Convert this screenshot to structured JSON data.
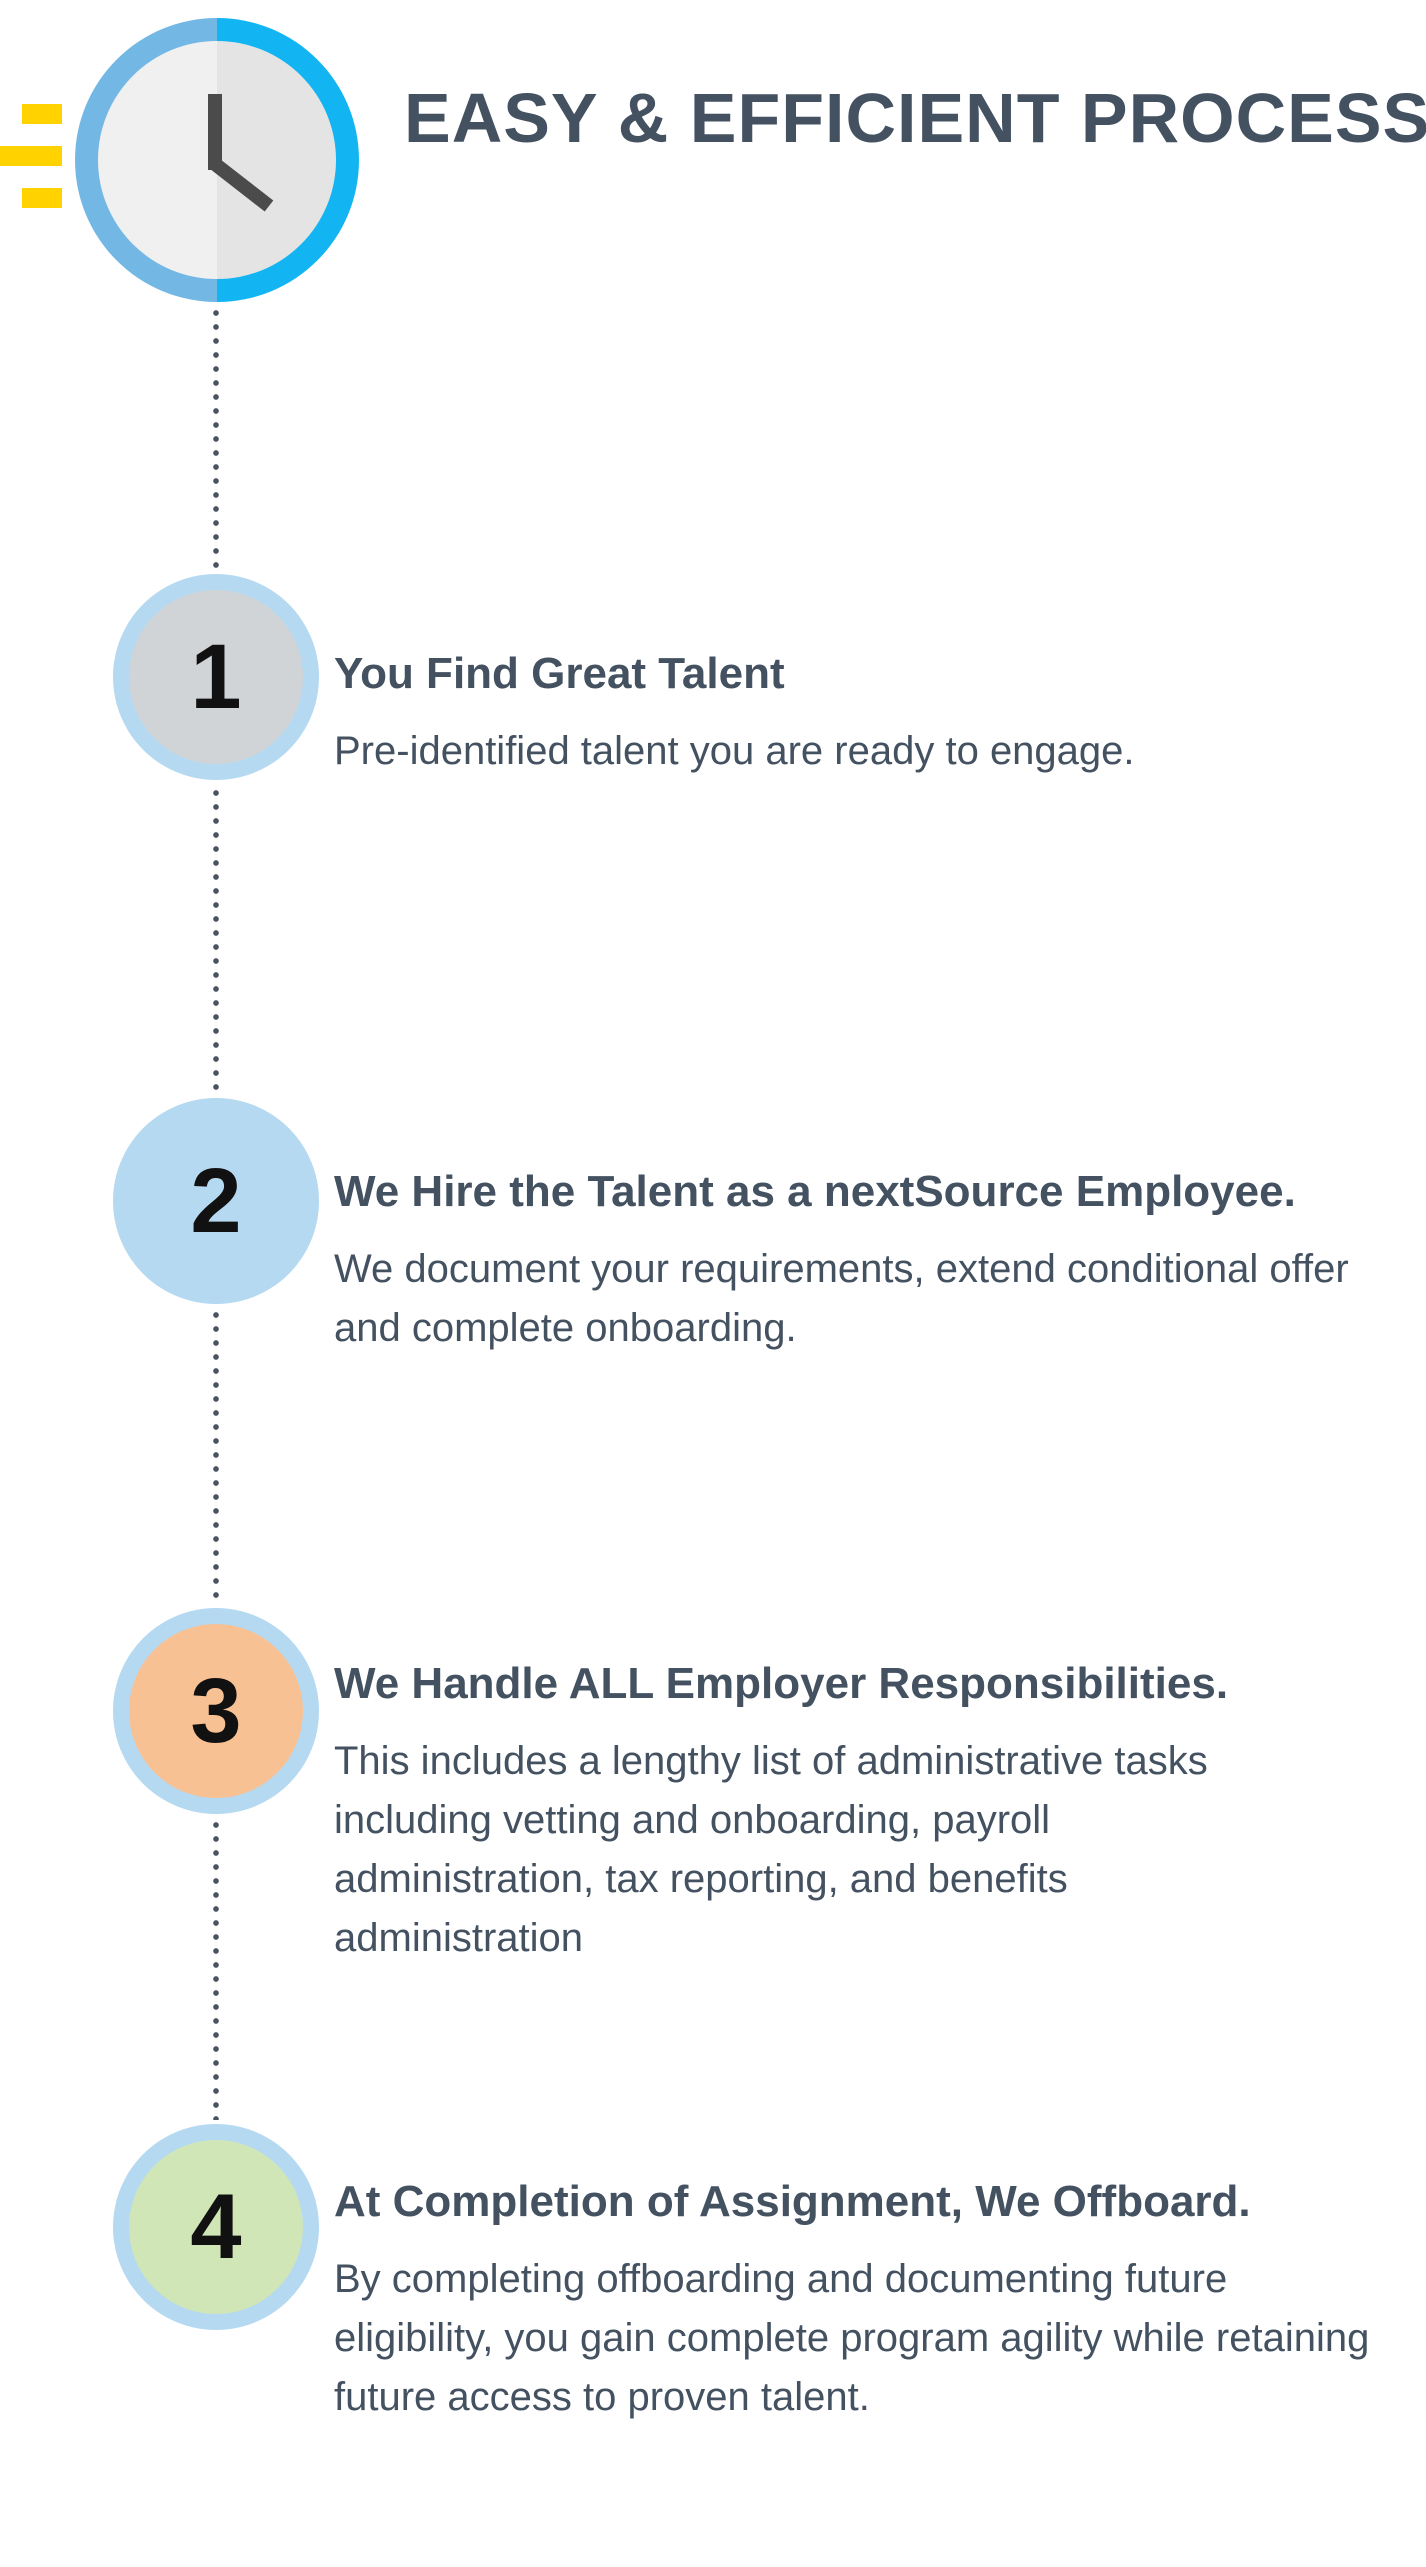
{
  "title": "EASY & EFFICIENT PROCESS",
  "icons": {
    "clock": "clock-icon",
    "speed_lines": "motion-lines-icon"
  },
  "colors": {
    "text": "#435160",
    "clock_ring": "#1ab5f0",
    "clock_ring_light": "#6fb7e4",
    "motion_lines": "#ffd200",
    "step_ring": "#b5d9f1"
  },
  "steps": [
    {
      "number": "1",
      "heading": "You Find Great Talent",
      "body": "Pre-identified talent you are ready to engage.",
      "circle_color": "#d1d4d6"
    },
    {
      "number": "2",
      "heading": "We Hire the Talent as a nextSource Employee.",
      "body": "We document your requirements, extend conditional offer and complete onboarding.",
      "circle_color": "#b5d9f1"
    },
    {
      "number": "3",
      "heading": "We Handle ALL Employer Responsibilities.",
      "body": "This includes a lengthy list of administrative tasks including vetting and onboarding, payroll administration, tax reporting, and benefits administration",
      "circle_color": "#f8c194"
    },
    {
      "number": "4",
      "heading": "At Completion of Assignment, We Offboard.",
      "body": "By completing offboarding and documenting future eligibility, you gain complete program agility while retaining future access to proven talent.",
      "circle_color": "#d1e6b7"
    }
  ]
}
